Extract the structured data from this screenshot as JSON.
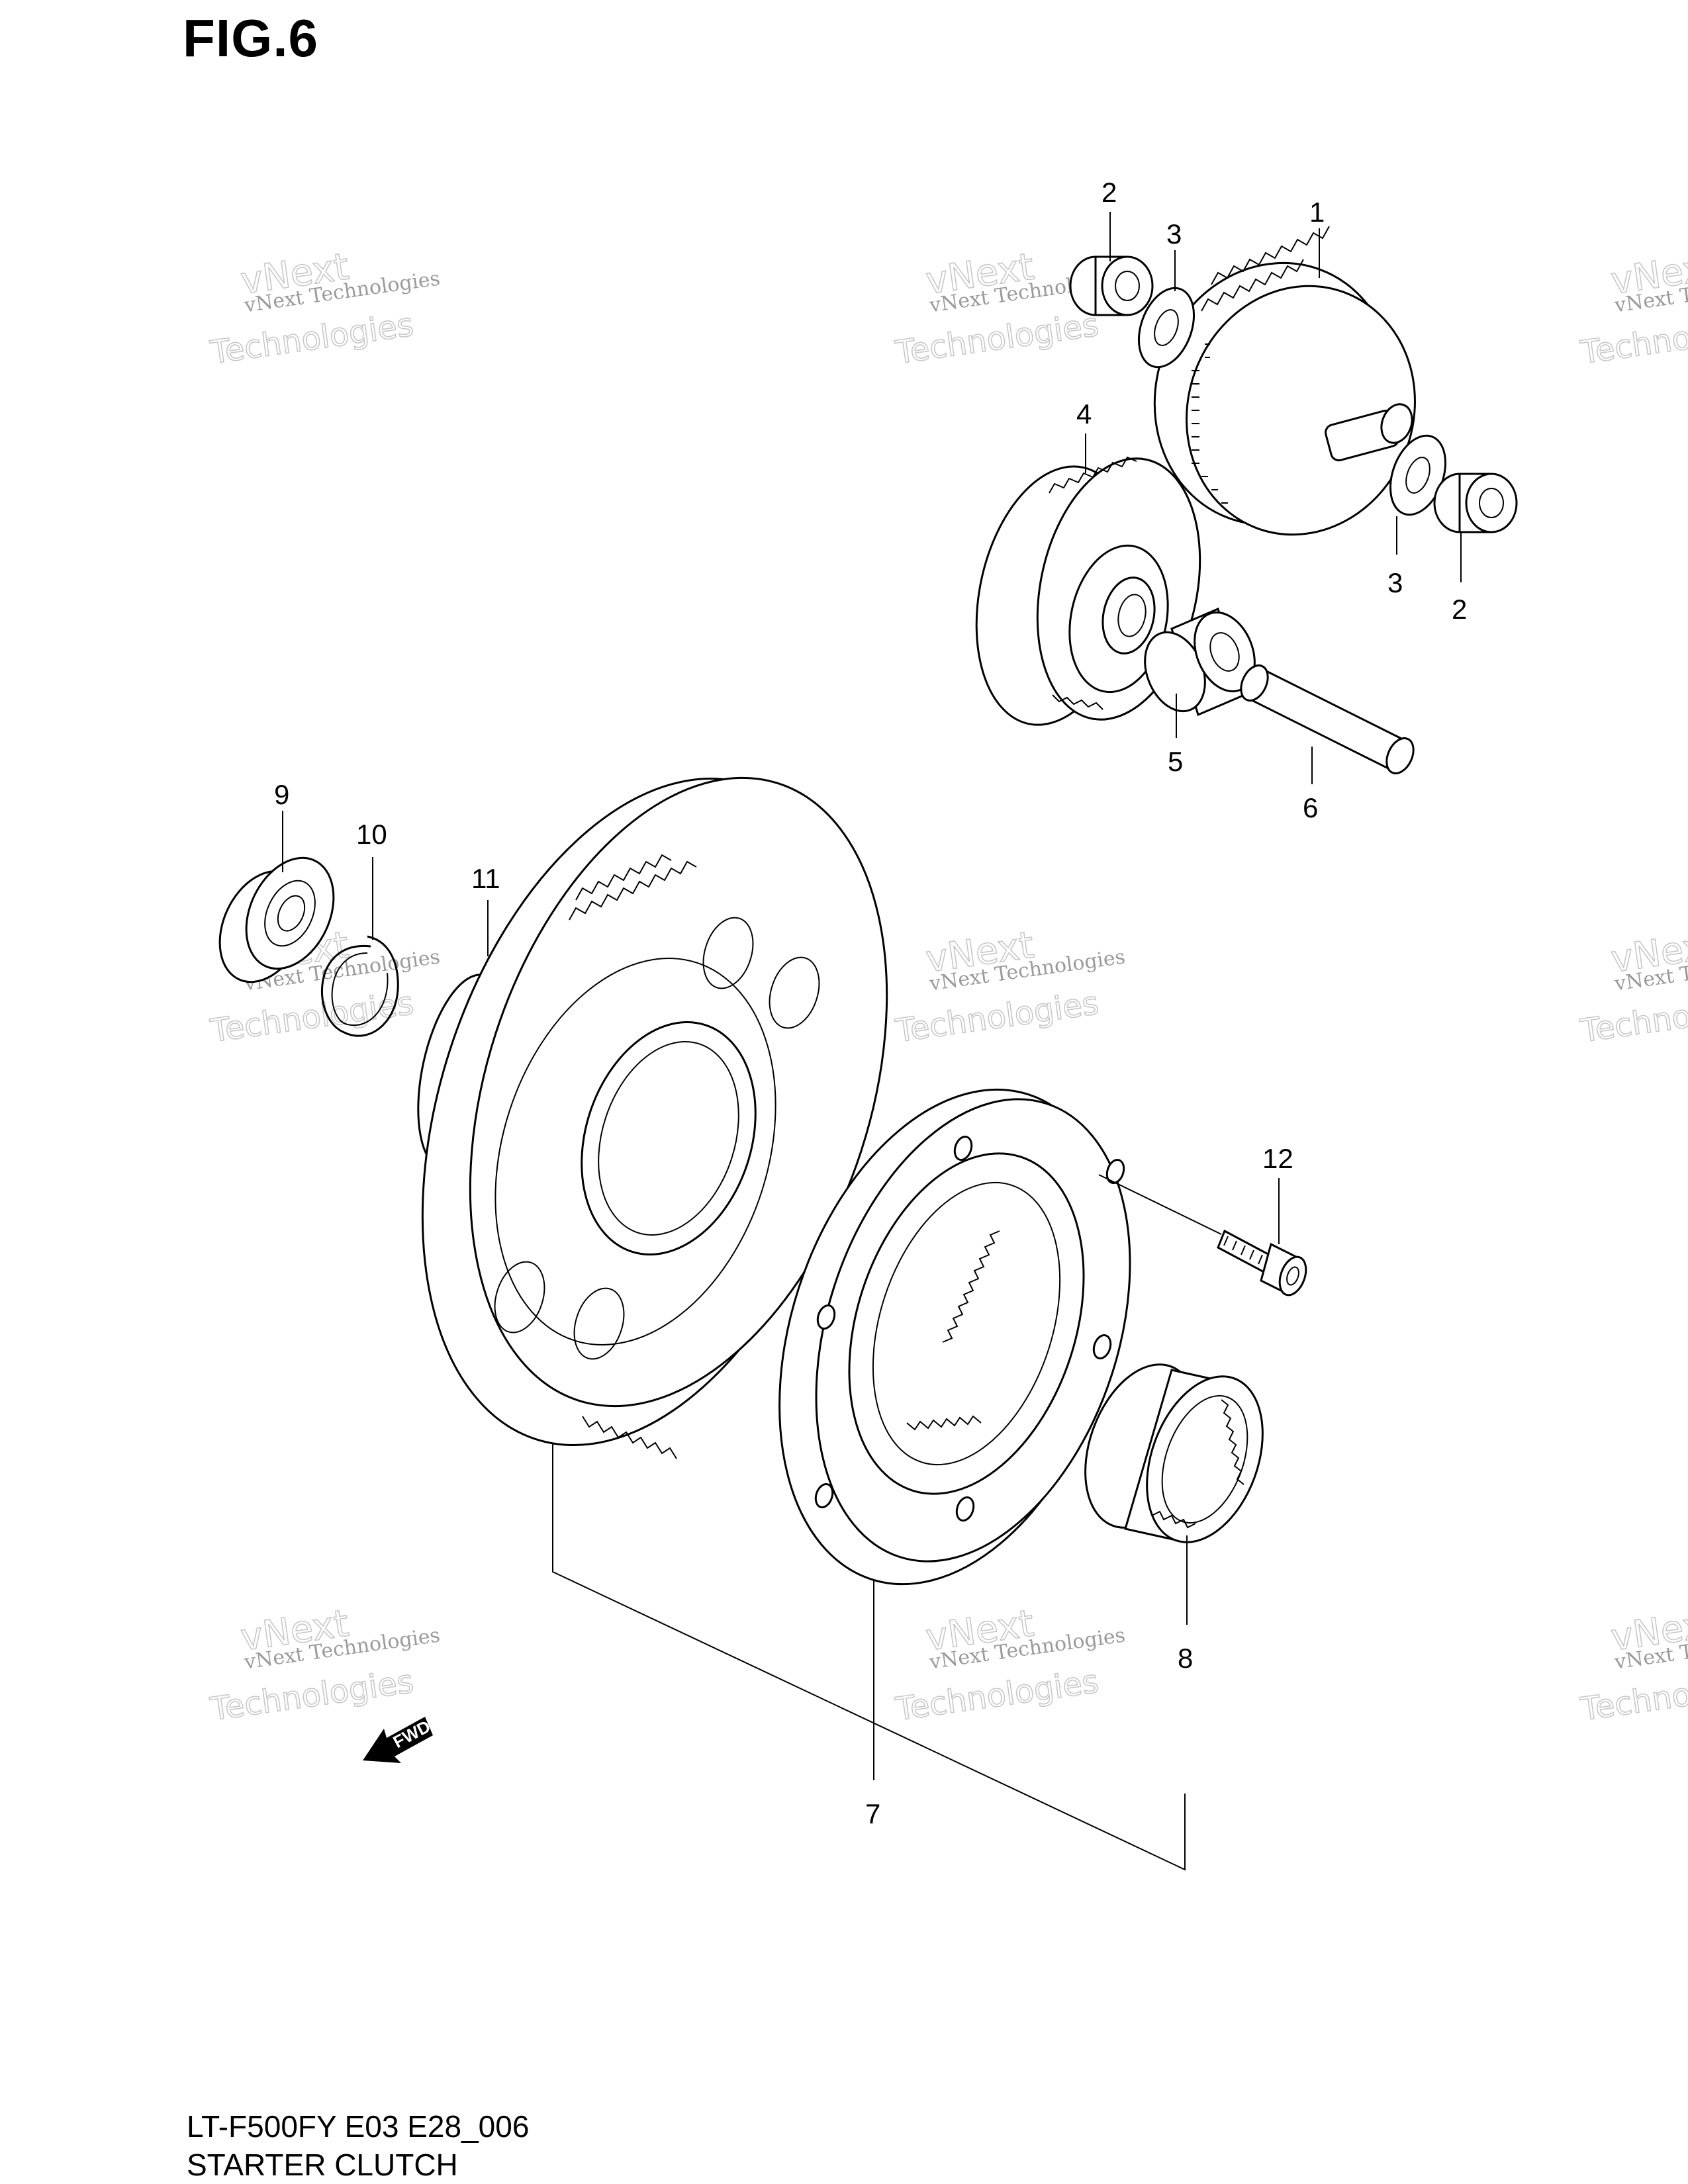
{
  "figure": {
    "title": "FIG.6"
  },
  "footer": {
    "model_code": "LT-F500FY E03 E28_006",
    "section_name": "STARTER CLUTCH"
  },
  "watermark": {
    "line1": "vNext Technologies",
    "line2": "vNext",
    "line3": "Technologies"
  },
  "direction_arrow": {
    "label": "FWD"
  },
  "callouts": {
    "c1": "1",
    "c2a": "2",
    "c3a": "3",
    "c3b": "3",
    "c2b": "2",
    "c4": "4",
    "c5": "5",
    "c6": "6",
    "c7": "7",
    "c8": "8",
    "c9": "9",
    "c10": "10",
    "c11": "11",
    "c12": "12"
  }
}
